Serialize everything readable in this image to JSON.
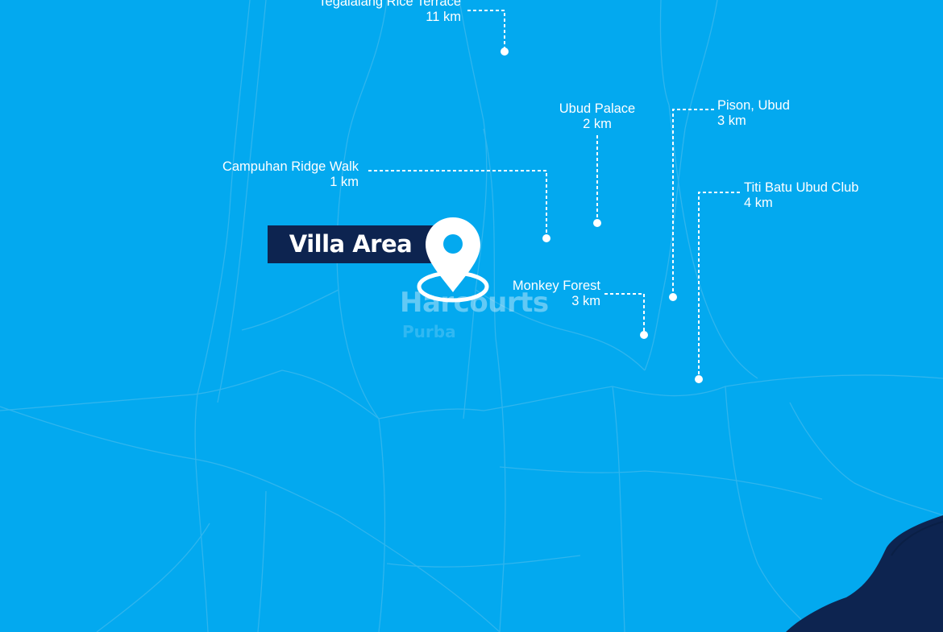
{
  "map": {
    "background_color": "#03a9ef",
    "villa_label": "Villa Area",
    "villa_label_bg": "#0d2450",
    "watermark": "Harcourts",
    "watermark_sub": "Purba",
    "pois": [
      {
        "name": "Tegalalang Rice Terrace",
        "distance": "11 km"
      },
      {
        "name": "Ubud Palace",
        "distance": "2 km"
      },
      {
        "name": "Pison, Ubud",
        "distance": "3 km"
      },
      {
        "name": "Campuhan Ridge Walk",
        "distance": "1 km"
      },
      {
        "name": "Titi Batu Ubud Club",
        "distance": "4 km"
      },
      {
        "name": "Monkey Forest",
        "distance": "3 km"
      }
    ],
    "icons": [
      "location-pin-icon"
    ]
  }
}
